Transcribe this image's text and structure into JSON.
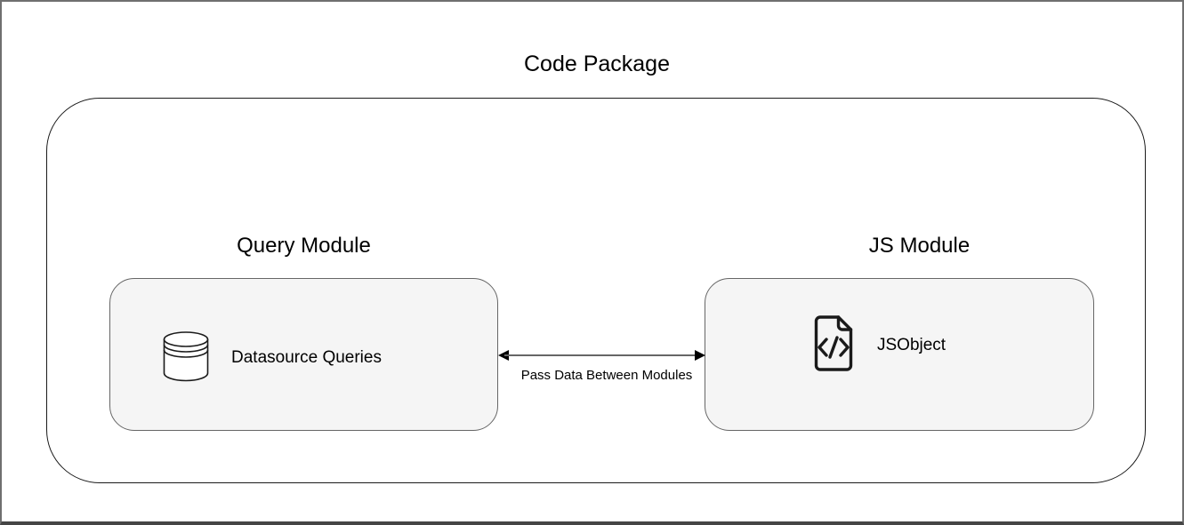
{
  "diagram": {
    "title": "Code Package",
    "modules": [
      {
        "title": "Query Module",
        "item": {
          "label": "Datasource Queries",
          "icon": "database-icon"
        }
      },
      {
        "title": "JS Module",
        "item": {
          "label": "JSObject",
          "icon": "code-file-icon"
        }
      }
    ],
    "connection": {
      "label": "Pass Data Between Modules",
      "type": "bidirectional-arrow"
    },
    "colors": {
      "module_fill": "#f5f5f5",
      "module_border": "#666666",
      "container_border": "#1a1a1a",
      "arrow_line": "#666666",
      "arrow_head": "#000000",
      "text": "#000000",
      "icon_stroke": "#1a1a1a",
      "frame_border": "#707070",
      "frame_border_bottom": "#454545"
    }
  }
}
